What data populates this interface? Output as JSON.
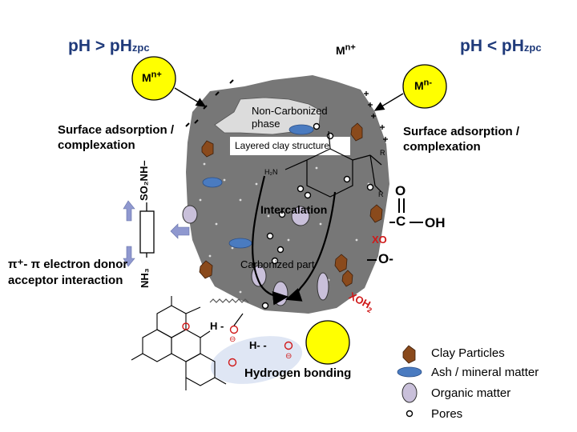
{
  "labels": {
    "ph_left_main": "pH > pH",
    "ph_left_sub": "zpc",
    "ph_right_main": "pH < pH",
    "ph_right_sub": "zpc",
    "metal_top_main": "M",
    "metal_top_sup": "n+",
    "metal_left_main": "M",
    "metal_left_sup": "n+",
    "metal_right_main": "M",
    "metal_right_sup": "n-",
    "surface_left": [
      "Surface adsorption /",
      "complexation"
    ],
    "surface_right": [
      "Surface adsorption /",
      "complexation"
    ],
    "non_carbonized": [
      "Non-Carbonized",
      "phase"
    ],
    "layered_clay": "Layered clay structure",
    "intercalation": "Intercalation",
    "carbonized_part": "Carbonized part",
    "pi_interaction": [
      "π⁺- π electron donor",
      "acceptor interaction"
    ],
    "hydrogen_bonding": "Hydrogen bonding",
    "group_xo": "XO",
    "group_xoh_main": "XOH",
    "group_xoh_sub": "2",
    "group_o_minus": "O-",
    "cooh_o": "O",
    "cooh_c": "C",
    "cooh_oh": "OH",
    "so2nh": "SO₂NH–",
    "nh3": "NH₃",
    "h2n": "H₂N",
    "r_top": "R",
    "r_bottom": "R",
    "h_bond_1": "H -",
    "h_bond_2": "H- -",
    "minus_sign": "⊖"
  },
  "legend": [
    {
      "label": "Clay Particles",
      "icon": "clay-particle-icon",
      "color": "#8a4a1c"
    },
    {
      "label": "Ash / mineral matter",
      "icon": "ash-icon",
      "color": "#4a7bc0"
    },
    {
      "label": "Organic matter",
      "icon": "organic-matter-icon",
      "color": "#c9c0da"
    },
    {
      "label": "Pores",
      "icon": "pore-icon",
      "color": "#ffffff"
    }
  ],
  "colors": {
    "biochar": "#777777",
    "metal_circle": "#ffff00",
    "accent_text": "#1f3a7a",
    "functional_group": "#d01818"
  }
}
